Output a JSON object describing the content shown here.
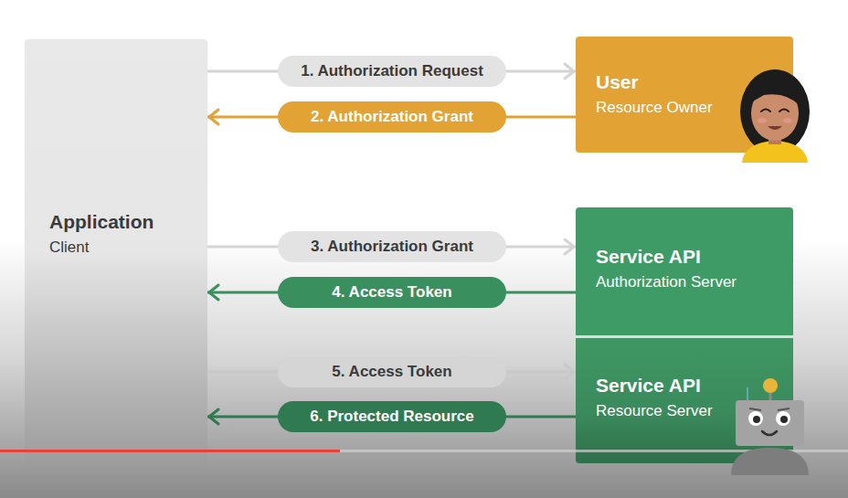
{
  "diagram": {
    "nodes": [
      {
        "text": [
          "Application",
          "Client"
        ]
      },
      {
        "text": [
          "User",
          "Resource Owner"
        ]
      },
      {
        "text": [
          "Service API",
          "Authorization Server"
        ]
      },
      {
        "text": [
          "Service API",
          "Resource Server"
        ]
      }
    ],
    "edges": [
      {
        "from": 0,
        "to": 1,
        "arrow": "to",
        "label": "1. Authorization Request"
      },
      {
        "from": 1,
        "to": 0,
        "arrow": "to",
        "label": "2. Authorization Grant"
      },
      {
        "from": 0,
        "to": 2,
        "arrow": "to",
        "label": "3. Authorization Grant"
      },
      {
        "from": 2,
        "to": 0,
        "arrow": "to",
        "label": "4. Access Token"
      },
      {
        "from": 0,
        "to": 3,
        "arrow": "to",
        "label": "5. Access Token"
      },
      {
        "from": 3,
        "to": 0,
        "arrow": "to",
        "label": "6. Protected Resource"
      }
    ]
  }
}
